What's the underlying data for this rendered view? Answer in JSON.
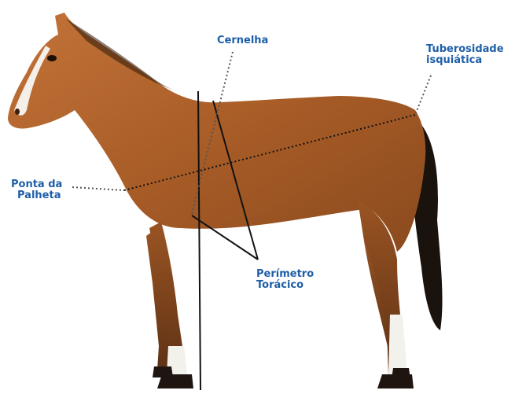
{
  "labels": {
    "cernelha": "Cernelha",
    "tuberosidade_1": "Tuberosidade",
    "tuberosidade_2": "isquiática",
    "ponta_1": "Ponta da",
    "ponta_2": "Palheta",
    "perimetro_1": "Perímetro",
    "perimetro_2": "Torácico"
  },
  "colors": {
    "label": "#1f5fa8",
    "lines": "#111111",
    "dotted_leader": "#777777",
    "coat": "#b0642b",
    "tail": "#1a120c"
  }
}
